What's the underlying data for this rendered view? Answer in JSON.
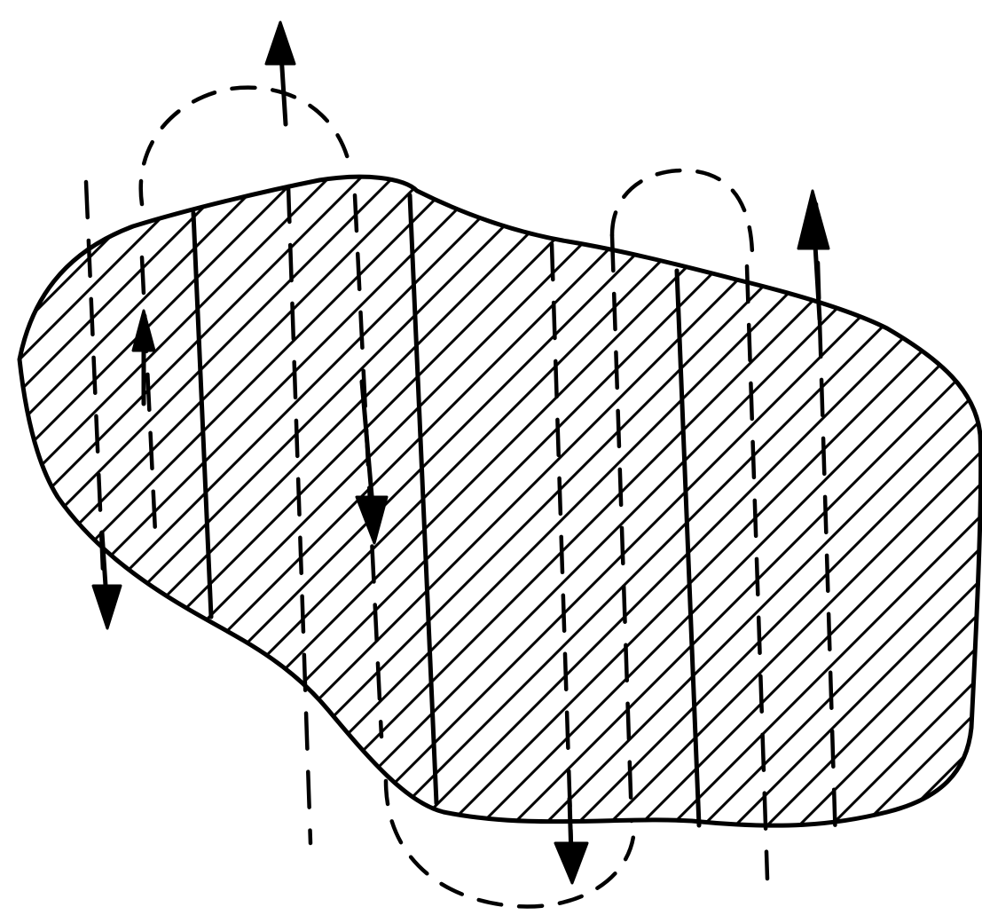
{
  "figure": {
    "colors": {
      "ink": "#000000",
      "background": "#ffffff"
    },
    "hatching": "diagonal",
    "arrow_directions": [
      "up",
      "up",
      "up",
      "down",
      "down",
      "down"
    ]
  }
}
